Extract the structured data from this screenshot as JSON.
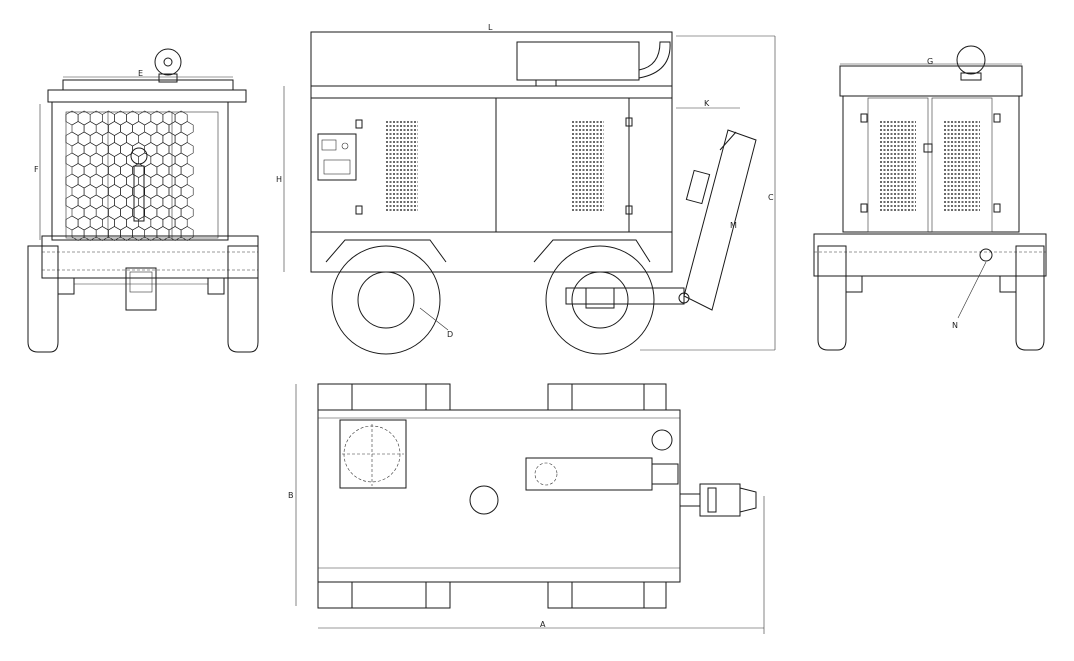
{
  "drawing": {
    "labels": {
      "L": "L",
      "E": "E",
      "F": "F",
      "H": "H",
      "K": "K",
      "C": "C",
      "M": "M",
      "D": "D",
      "G": "G",
      "N": "N",
      "B": "B",
      "A": "A"
    }
  }
}
